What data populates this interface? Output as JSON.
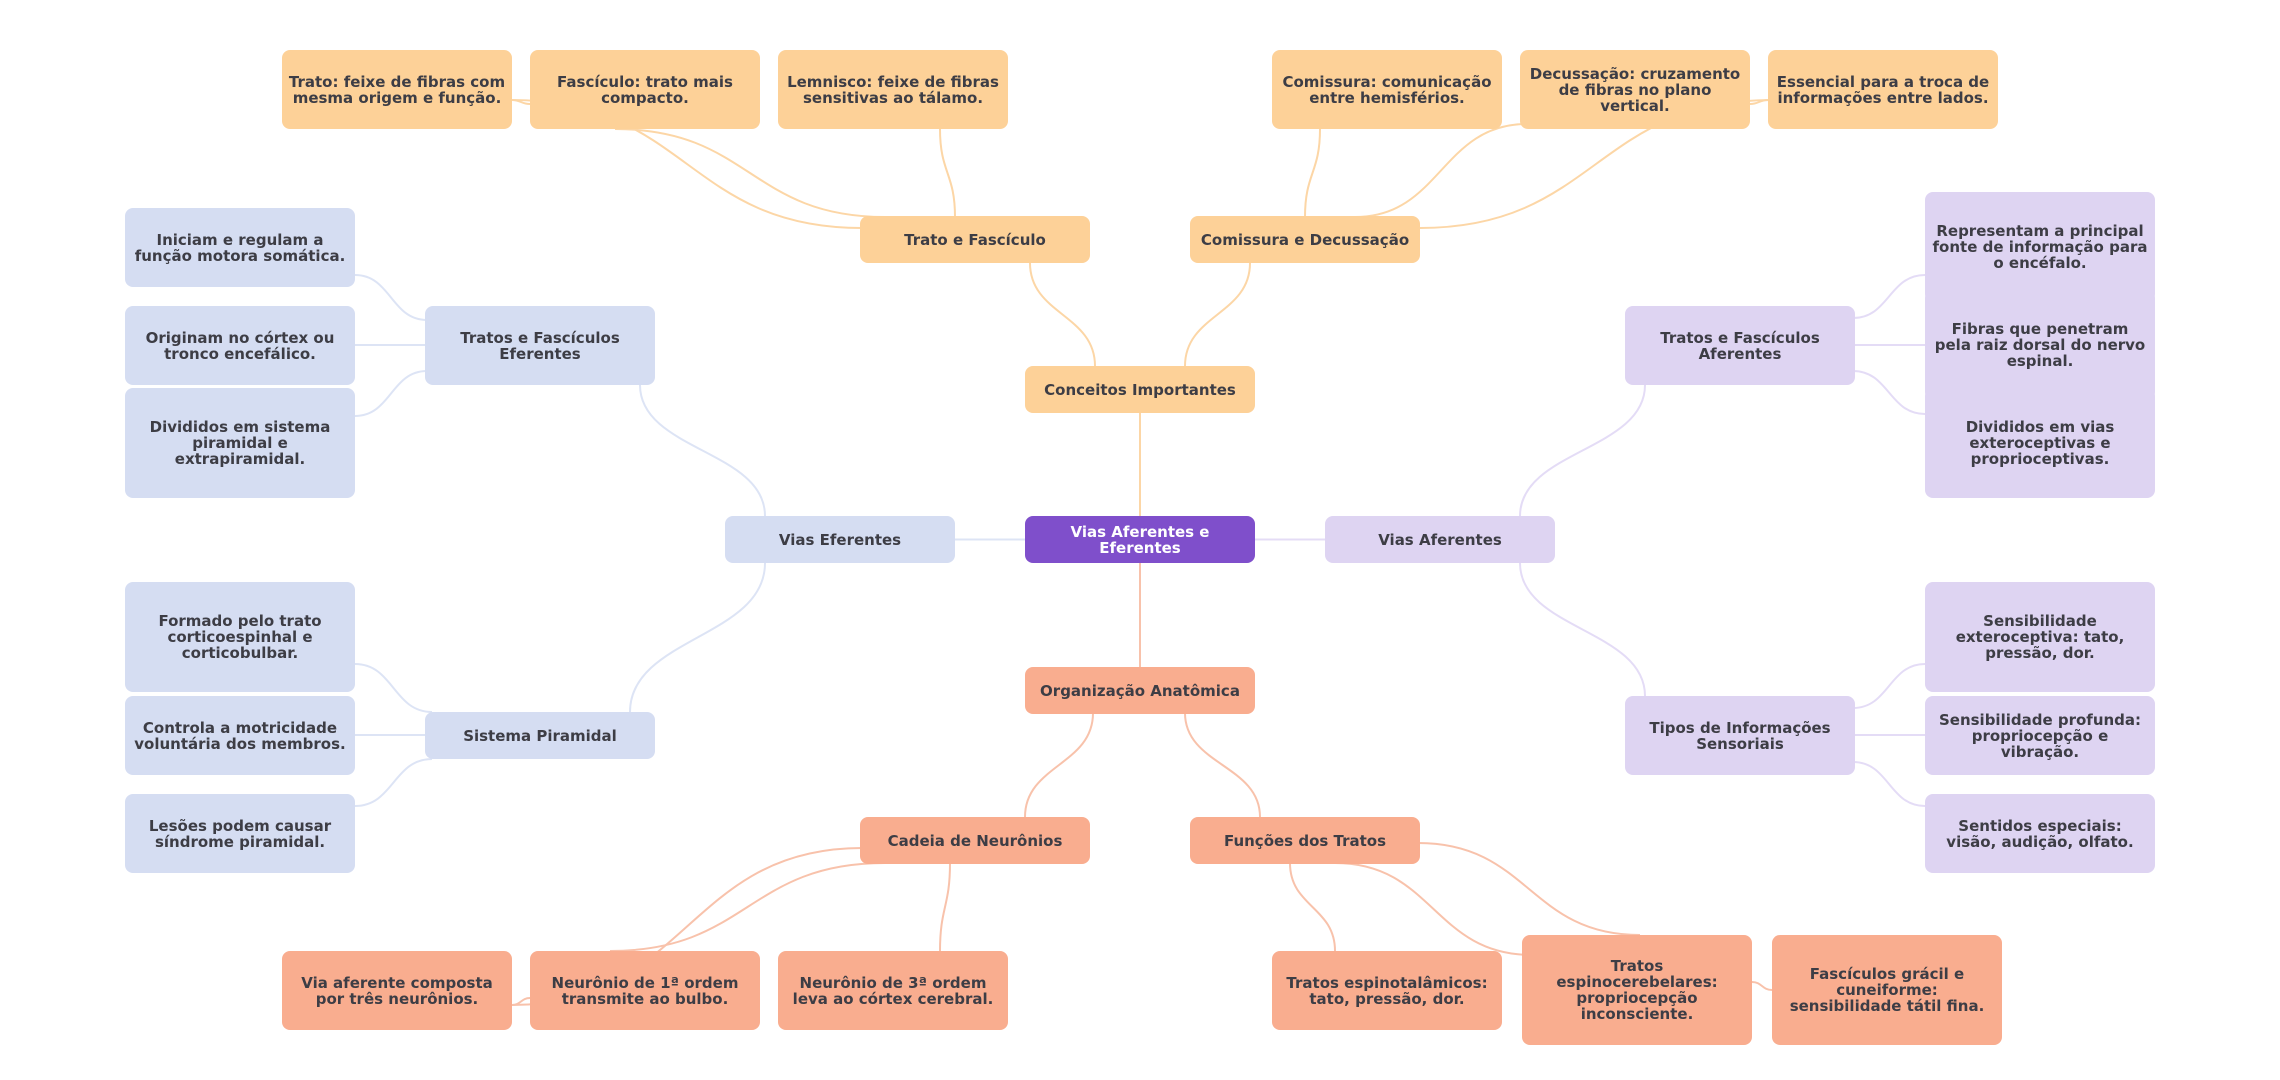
{
  "title": "Vias Aferentes e Eferentes",
  "colors": {
    "root": "#7f4fcb",
    "conceitos": "#fdd198",
    "conceitos_line": "#fcd6a6",
    "eferentes": "#d5ddf2",
    "eferentes_line": "#dde4f5",
    "aferentes": "#ded4f2",
    "aferentes_line": "#e4dcf6",
    "organizacao": "#f9ad8f",
    "organizacao_line": "#f8c2ab",
    "text": "#3d3d45",
    "root_text": "#ffffff"
  },
  "root": {
    "label": "Vias Aferentes e Eferentes"
  },
  "branches": {
    "conceitos": {
      "label": "Conceitos Importantes",
      "trato_fasciculo": {
        "label": "Trato e Fascículo",
        "leaves": [
          "Trato: feixe de fibras com mesma origem e função.",
          "Fascículo: trato mais compacto.",
          "Lemnisco: feixe de fibras sensitivas ao tálamo."
        ]
      },
      "comissura_decussacao": {
        "label": "Comissura e Decussação",
        "leaves": [
          "Comissura: comunicação entre hemisférios.",
          "Decussação: cruzamento de fibras no plano vertical.",
          "Essencial para a troca de informações entre lados."
        ]
      }
    },
    "eferentes": {
      "label": "Vias Eferentes",
      "tratos_eferentes": {
        "label": "Tratos e Fascículos Eferentes",
        "leaves": [
          "Iniciam e regulam a função motora somática.",
          "Originam no córtex ou tronco encefálico.",
          "Divididos em sistema piramidal e extrapiramidal."
        ]
      },
      "sistema_piramidal": {
        "label": "Sistema Piramidal",
        "leaves": [
          "Formado pelo trato corticoespinhal e corticobulbar.",
          "Controla a motricidade voluntária dos membros.",
          "Lesões podem causar síndrome piramidal."
        ]
      }
    },
    "aferentes": {
      "label": "Vias Aferentes",
      "tratos_aferentes": {
        "label": "Tratos e Fascículos Aferentes",
        "leaves": [
          "Representam a principal fonte de informação para o encéfalo.",
          "Fibras que penetram pela raiz dorsal do nervo espinal.",
          "Divididos em vias exteroceptivas e proprioceptivas."
        ]
      },
      "tipos_sensoriais": {
        "label": "Tipos de Informações Sensoriais",
        "leaves": [
          "Sensibilidade exteroceptiva: tato, pressão, dor.",
          "Sensibilidade profunda: propriocepção e vibração.",
          "Sentidos especiais: visão, audição, olfato."
        ]
      }
    },
    "organizacao": {
      "label": "Organização Anatômica",
      "cadeia": {
        "label": "Cadeia de Neurônios",
        "leaves": [
          "Via aferente composta por três neurônios.",
          "Neurônio de 1ª ordem transmite ao bulbo.",
          "Neurônio de 3ª ordem leva ao córtex cerebral."
        ]
      },
      "funcoes": {
        "label": "Funções dos Tratos",
        "leaves": [
          "Tratos espinotalâmicos: tato, pressão, dor.",
          "Tratos espinocerebelares: propriocepção inconsciente.",
          "Fascículos grácil e cuneiforme: sensibilidade tátil fina."
        ]
      }
    }
  }
}
